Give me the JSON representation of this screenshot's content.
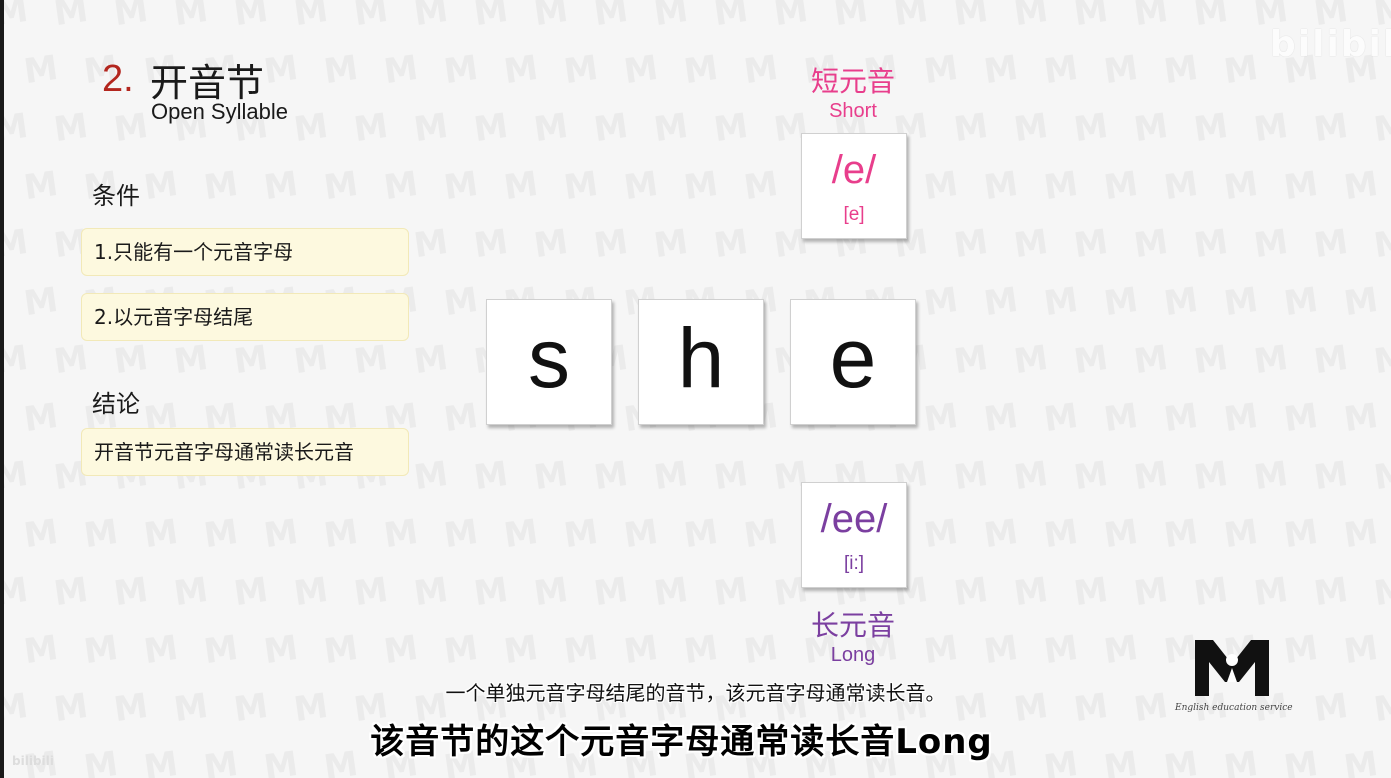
{
  "title": {
    "number": "2.",
    "zh": "开音节",
    "en": "Open Syllable"
  },
  "conditions": {
    "heading": "条件",
    "items": [
      "1.只能有一个元音字母",
      "2.以元音字母结尾"
    ]
  },
  "conclusion": {
    "heading": "结论",
    "text": "开音节元音字母通常读长元音"
  },
  "word": {
    "letters": [
      "s",
      "h",
      "e"
    ]
  },
  "short_vowel": {
    "label_zh": "短元音",
    "label_en": "Short",
    "phonics": "/e/",
    "ipa": "[e]"
  },
  "long_vowel": {
    "label_zh": "长元音",
    "label_en": "Long",
    "phonics": "/ee/",
    "ipa": "[i:]"
  },
  "logo": {
    "caption": "English education service"
  },
  "brand": {
    "name": "bilibili",
    "small": "bilibili"
  },
  "subtitles": {
    "line1": "一个单独元音字母结尾的音节，该元音字母通常读长音。",
    "line2": "该音节的这个元音字母通常读长音Long"
  },
  "colors": {
    "short": "#e83e8c",
    "long": "#7b3fa0",
    "title_number": "#b3261e",
    "box_bg": "#fdf9df"
  }
}
